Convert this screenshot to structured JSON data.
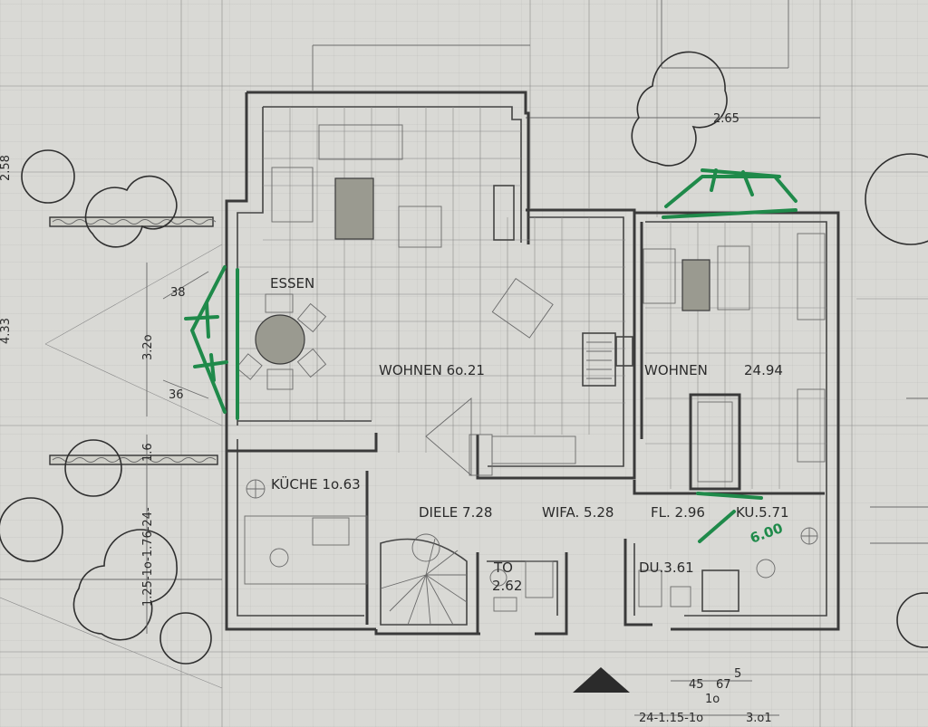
{
  "rooms": {
    "essen": "ESSEN",
    "wohnen_main": "WOHNEN 6o.21",
    "wohnen_right": "WOHNEN",
    "wohnen_right_area": "24.94",
    "kueche": "KÜCHE 1o.63",
    "diele": "DIELE 7.28",
    "wifa": "WIFA. 5.28",
    "fl": "FL. 2.96",
    "ku": "KU.5.71",
    "du": "DU.3.61",
    "to": "TO",
    "to_area": "2.62"
  },
  "dimensions": {
    "top_right": "2.65",
    "left_top": "2.58",
    "left_upper": "4.33",
    "bay_a": "38",
    "bay_b": "3.2o",
    "bay_c": "36",
    "left_vertical": "1.25-1o-1.76-24-",
    "left_top_vertical": "1.6",
    "bottom_a": "45",
    "bottom_b": "67",
    "bottom_c": "5",
    "bottom_d": "1o",
    "bottom_chain": "24-1.15-1o",
    "bottom_right": "3.o1"
  },
  "annotations": {
    "green_note": "6.00"
  },
  "colors": {
    "ink": "#3a3a3a",
    "paper": "#d9d9d5",
    "green_marker": "#1f8a4a"
  }
}
